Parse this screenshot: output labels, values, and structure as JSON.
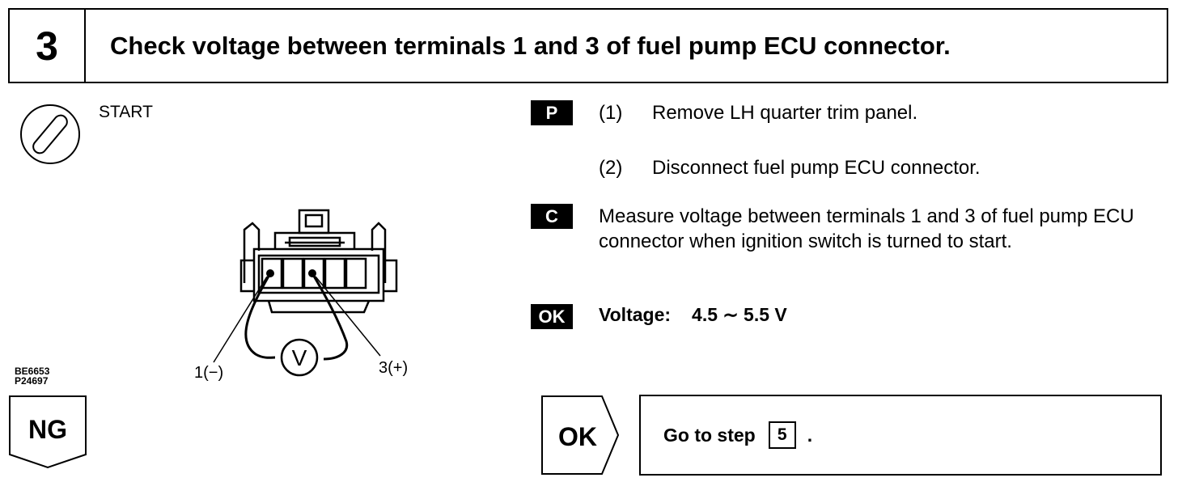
{
  "header": {
    "step_number": "3",
    "title": "Check voltage between terminals 1 and 3 of fuel pump ECU connector."
  },
  "figure": {
    "ignition_label": "START",
    "terminal_1_label": "1(−)",
    "terminal_3_label": "3(+)",
    "meter_symbol": "V",
    "figure_codes": [
      "BE6653",
      "P24697"
    ]
  },
  "procedure": {
    "prep_badge": "P",
    "prep_steps": [
      {
        "num": "(1)",
        "text": "Remove LH quarter trim panel."
      },
      {
        "num": "(2)",
        "text": "Disconnect fuel pump ECU connector."
      }
    ],
    "check_badge": "C",
    "check_text": "Measure voltage between terminals 1 and 3 of fuel pump ECU connector when ignition switch is turned to start.",
    "ok_badge": "OK",
    "voltage_label": "Voltage:",
    "voltage_value": "4.5 ∼ 5.5 V"
  },
  "results": {
    "ng_label": "NG",
    "ok_label": "OK",
    "goto_prefix": "Go to step",
    "goto_step": "5",
    "goto_suffix": "."
  }
}
